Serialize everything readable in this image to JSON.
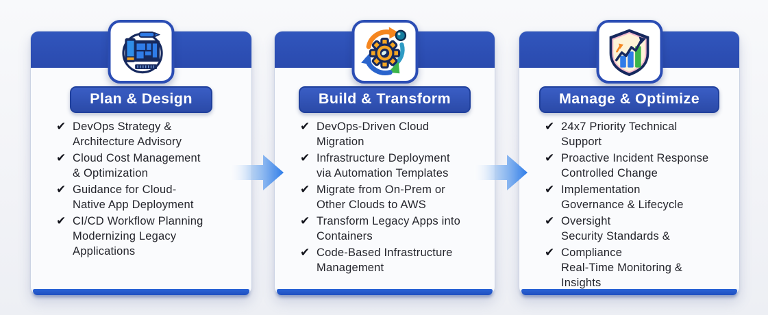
{
  "diagram": {
    "type": "process-flow",
    "direction": "left-to-right",
    "glyphs": {
      "check": "✔"
    },
    "colors": {
      "header_band_blue": "#2c4fb2",
      "pill_blue": "#2d4da9",
      "footer_blue": "#2257cb",
      "arrow_blue": "#2e7ce8",
      "text_dark": "#24252c",
      "check_dark": "#14151d",
      "card_background": "#fafbfd",
      "page_background": "#f2f3f7",
      "icon_navy": "#16295e",
      "icon_orange": "#f5861f",
      "icon_green": "#3cb54a",
      "icon_blue": "#2f7ce8"
    },
    "cards": [
      {
        "title": "Plan & Design",
        "icon": "design-devices-icon",
        "items": [
          "DevOps Strategy &\nArchitecture Advisory",
          "Cloud Cost Management\n& Optimization",
          "Guidance for Cloud-\nNative App Deployment",
          "CI/CD Workflow Planning\nModernizing Legacy\nApplications"
        ]
      },
      {
        "title": "Build & Transform",
        "icon": "devops-cycle-gear-icon",
        "items": [
          "DevOps-Driven Cloud\nMigration",
          "Infrastructure Deployment\nvia Automation Templates",
          "Migrate from On-Prem or\nOther Clouds to AWS",
          "Transform Legacy Apps into\nContainers",
          "Code-Based Infrastructure\nManagement"
        ]
      },
      {
        "title": "Manage & Optimize",
        "icon": "shield-analytics-icon",
        "items": [
          "24x7 Priority Technical\nSupport",
          "Proactive Incident Response\nControlled Change",
          "Implementation\nGovernance & Lifecycle",
          "Oversight\nSecurity Standards &",
          "Compliance\nReal-Time Monitoring &\nInsights"
        ]
      }
    ]
  }
}
